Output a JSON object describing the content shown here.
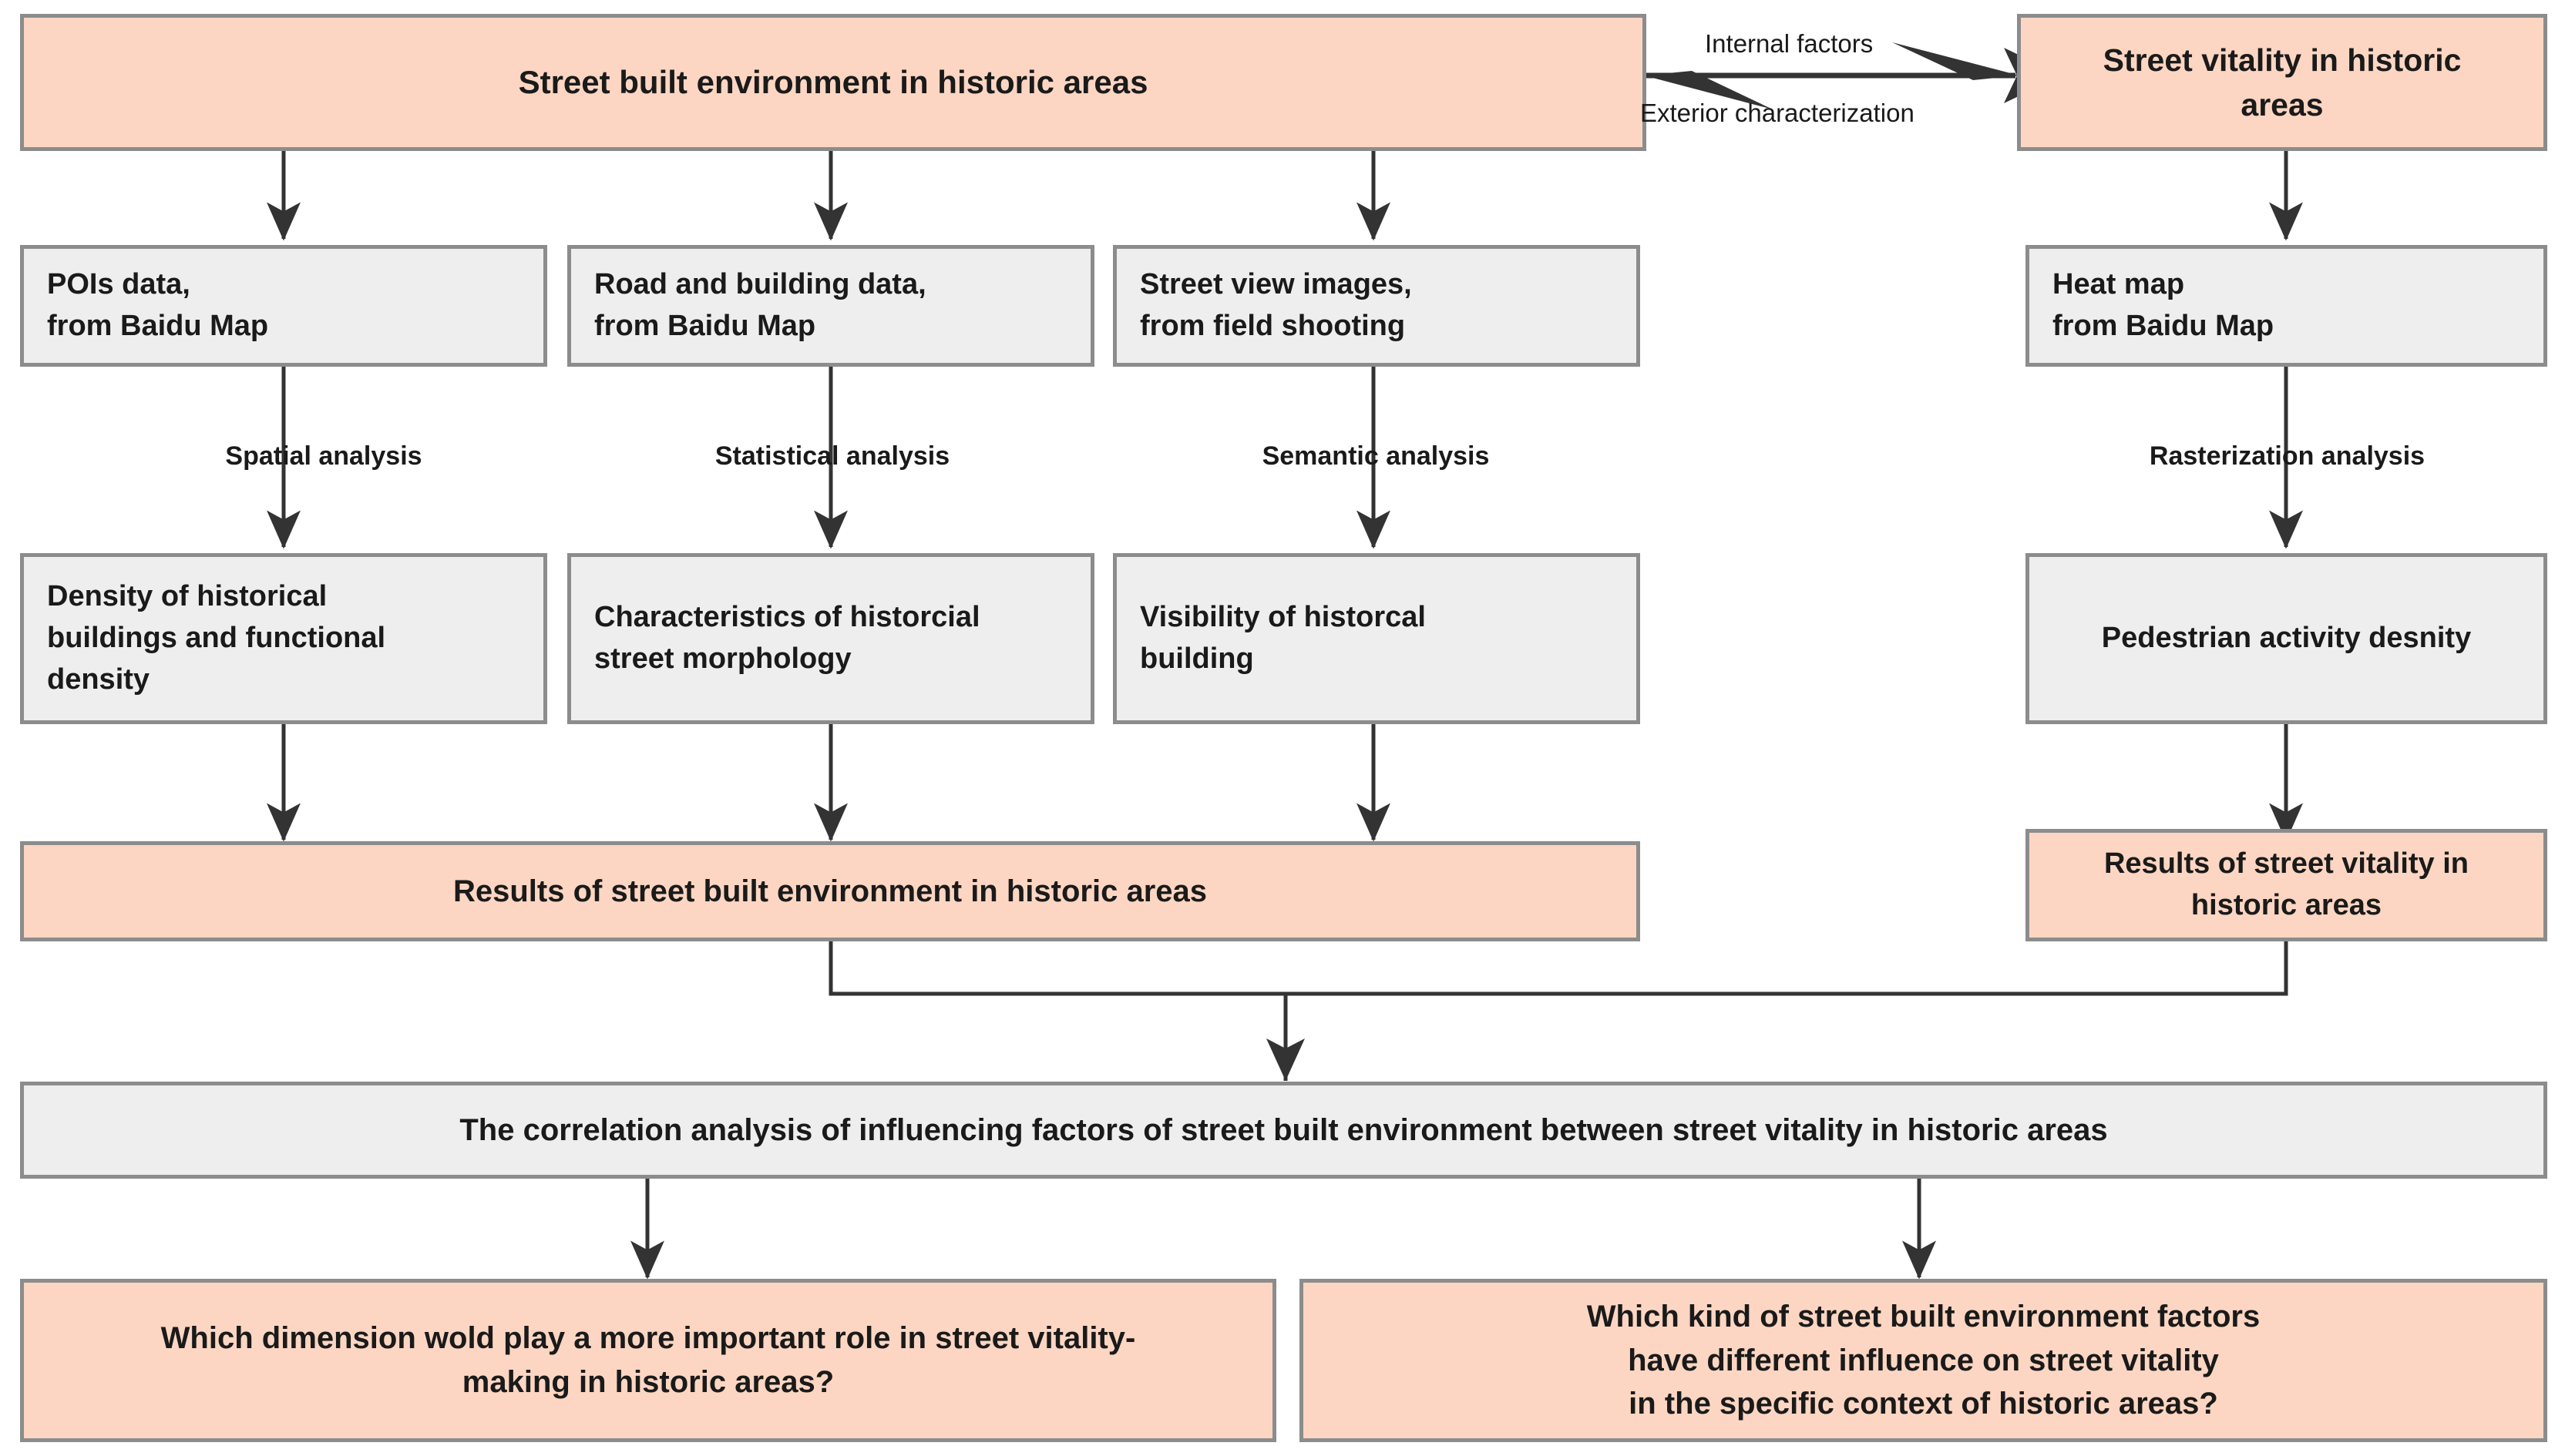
{
  "diagram": {
    "title_box": "Street built environment in historic areas",
    "vitality_box": "Street vitality in historic\nareas",
    "relation_labels": {
      "top": "Internal factors",
      "bottom": "Exterior characterization"
    },
    "data_sources": [
      "POIs data,\nfrom Baidu Map",
      "Road and building data,\nfrom Baidu Map",
      "Street view images,\nfrom field  shooting",
      "Heat map\nfrom Baidu Map"
    ],
    "analysis_methods": [
      "Spatial analysis",
      "Statistical analysis",
      "Semantic analysis",
      "Rasterization analysis"
    ],
    "indicators": [
      "Density of historical\nbuildings and functional\ndensity",
      "Characteristics of historcial\nstreet morphology",
      "Visibility of historcal\nbuilding",
      "Pedestrian activity desnity"
    ],
    "results": {
      "built_environment": "Results of street built environment in historic areas",
      "vitality": "Results of street vitality in\nhistoric areas"
    },
    "correlation": "The correlation analysis of influencing factors of street built environment between street vitality in historic areas",
    "questions": [
      "Which dimension wold play a more important role in street vitality-\nmaking in historic areas?",
      "Which kind of street built environment factors\nhave different influence on street vitality\nin the specific context of historic areas?"
    ],
    "colors": {
      "peach_fill": "#fcd6c2",
      "gray_fill": "#eeeeee",
      "border": "#8c8c8c",
      "arrow": "#333333",
      "text": "#1a1a1a"
    }
  }
}
